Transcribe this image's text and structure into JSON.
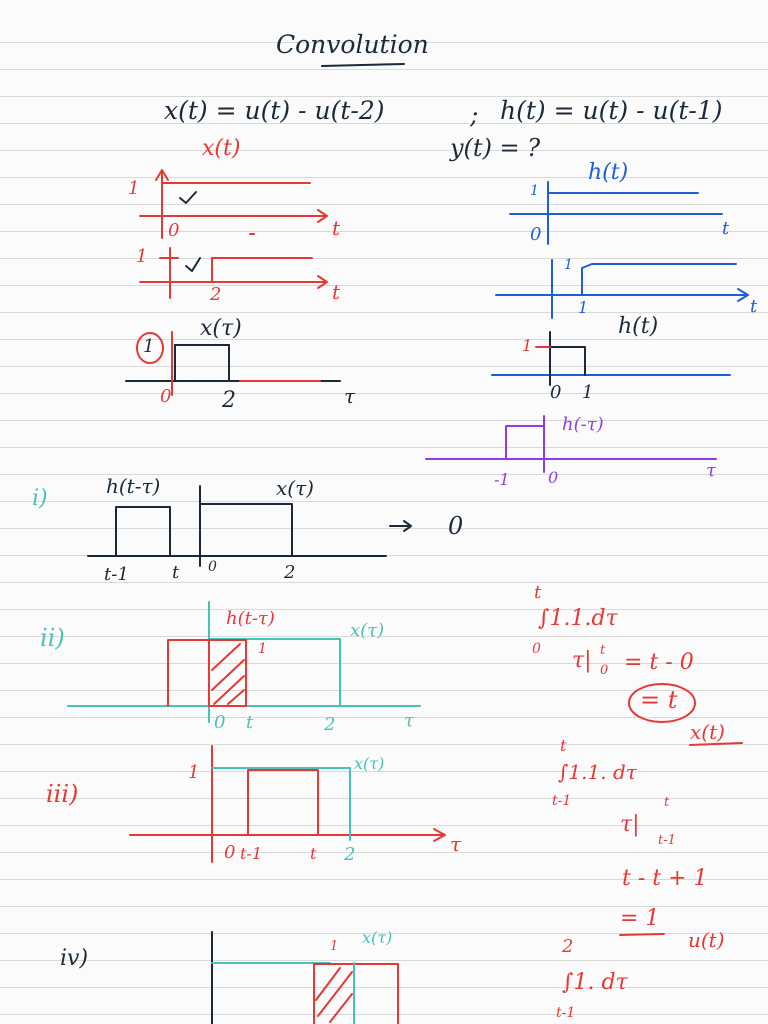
{
  "title": "Convolution",
  "problem": {
    "x_def": "x(t) = u(t) - u(t-2)",
    "semicolon": ";",
    "h_def": "h(t) = u(t) - u(t-1)",
    "y_question": "y(t) = ?"
  },
  "x_plots": {
    "title": "x(t)",
    "step1_one": "1",
    "step1_zero": "0",
    "step1_t": "t",
    "step2_one": "1",
    "step2_two": "2",
    "step2_t": "t",
    "pulse_label": "x(τ)",
    "pulse_one": "1",
    "pulse_zero": "0",
    "pulse_two": "2",
    "pulse_tau": "τ"
  },
  "h_plots": {
    "title": "h(t)",
    "step1_one": "1",
    "step1_zero": "0",
    "step1_t": "t",
    "step2_one": "1",
    "step2_mark": "1",
    "step2_t": "t",
    "pulse_label": "h(t)",
    "pulse_one": "1",
    "pulse_zero": "0",
    "pulse_mark": "1",
    "flip_label": "h(-τ)",
    "flip_minus_one": "-1",
    "flip_zero": "0",
    "flip_tau": "τ"
  },
  "case_i": {
    "tag": "i)",
    "h_label": "h(t-τ)",
    "x_label": "x(τ)",
    "t_minus_1": "t-1",
    "t": "t",
    "zero": "0",
    "two": "2",
    "result": "0"
  },
  "case_ii": {
    "tag": "ii)",
    "h_label": "h(t-τ)",
    "x_label": "x(τ)",
    "one": "1",
    "zero": "0",
    "t": "t",
    "two": "2",
    "tau": "τ",
    "integral_upper": "t",
    "integral_body": "∫1.1.dτ",
    "integral_lower": "0",
    "eval_tau": "τ|",
    "eval_upper": "t",
    "eval_lower": "0",
    "eval_rest": "= t - 0",
    "result": "= t",
    "side_note": "x(t)"
  },
  "case_iii": {
    "tag": "iii)",
    "one": "1",
    "x_label": "x(τ)",
    "zero": "0",
    "t_minus_1": "t-1",
    "t": "t",
    "two": "2",
    "tau": "τ",
    "integral_upper": "t",
    "integral_body": "∫1.1. dτ",
    "integral_lower": "t-1",
    "eval_tau": "τ|",
    "eval_upper": "t",
    "eval_lower": "t-1",
    "expand": "t - t + 1",
    "result": "= 1",
    "side_note": "u(t)"
  },
  "case_iv": {
    "tag": "iv)",
    "one": "1",
    "x_label": "x(τ)",
    "integral_upper": "2",
    "integral_body": "∫1. dτ",
    "integral_lower": "t-1"
  },
  "colors": {
    "navy": "#1b2a3a",
    "red": "#e53935",
    "blue": "#1f5fd6",
    "purple": "#8e3ee0",
    "teal": "#48c2b7",
    "rule": "#d9d9d9"
  }
}
